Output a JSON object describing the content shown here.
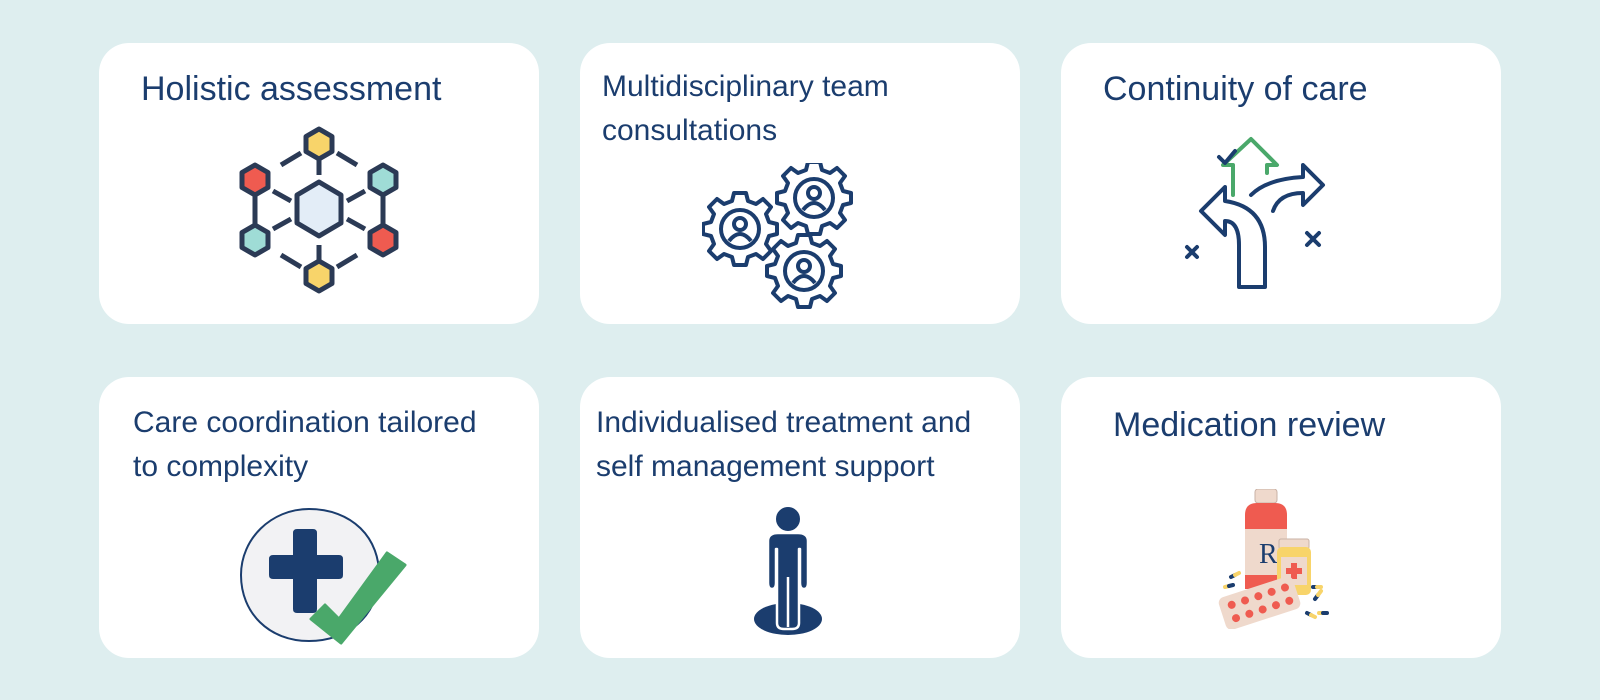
{
  "colors": {
    "background": "#deeeef",
    "card": "#ffffff",
    "text": "#1b3d6e",
    "accent_green": "#4aa86a",
    "accent_red": "#ef5b50",
    "accent_yellow": "#f8d46a",
    "accent_teal": "#9fdcd6"
  },
  "cards": [
    {
      "title": "Holistic assessment",
      "icon": "network-hexagon-icon"
    },
    {
      "title_line1": "Multidisciplinary team",
      "title_line2": "consultations",
      "icon": "team-gears-icon"
    },
    {
      "title": "Continuity of care",
      "icon": "diverging-arrows-icon"
    },
    {
      "title_line1": "Care coordination tailored",
      "title_line2": "to complexity",
      "icon": "medical-cross-check-icon"
    },
    {
      "title_line1": "Individualised treatment and",
      "title_line2": "self management support",
      "icon": "person-standing-icon"
    },
    {
      "title": "Medication review",
      "icon": "medication-bottles-icon",
      "rx_label": "Rx"
    }
  ]
}
